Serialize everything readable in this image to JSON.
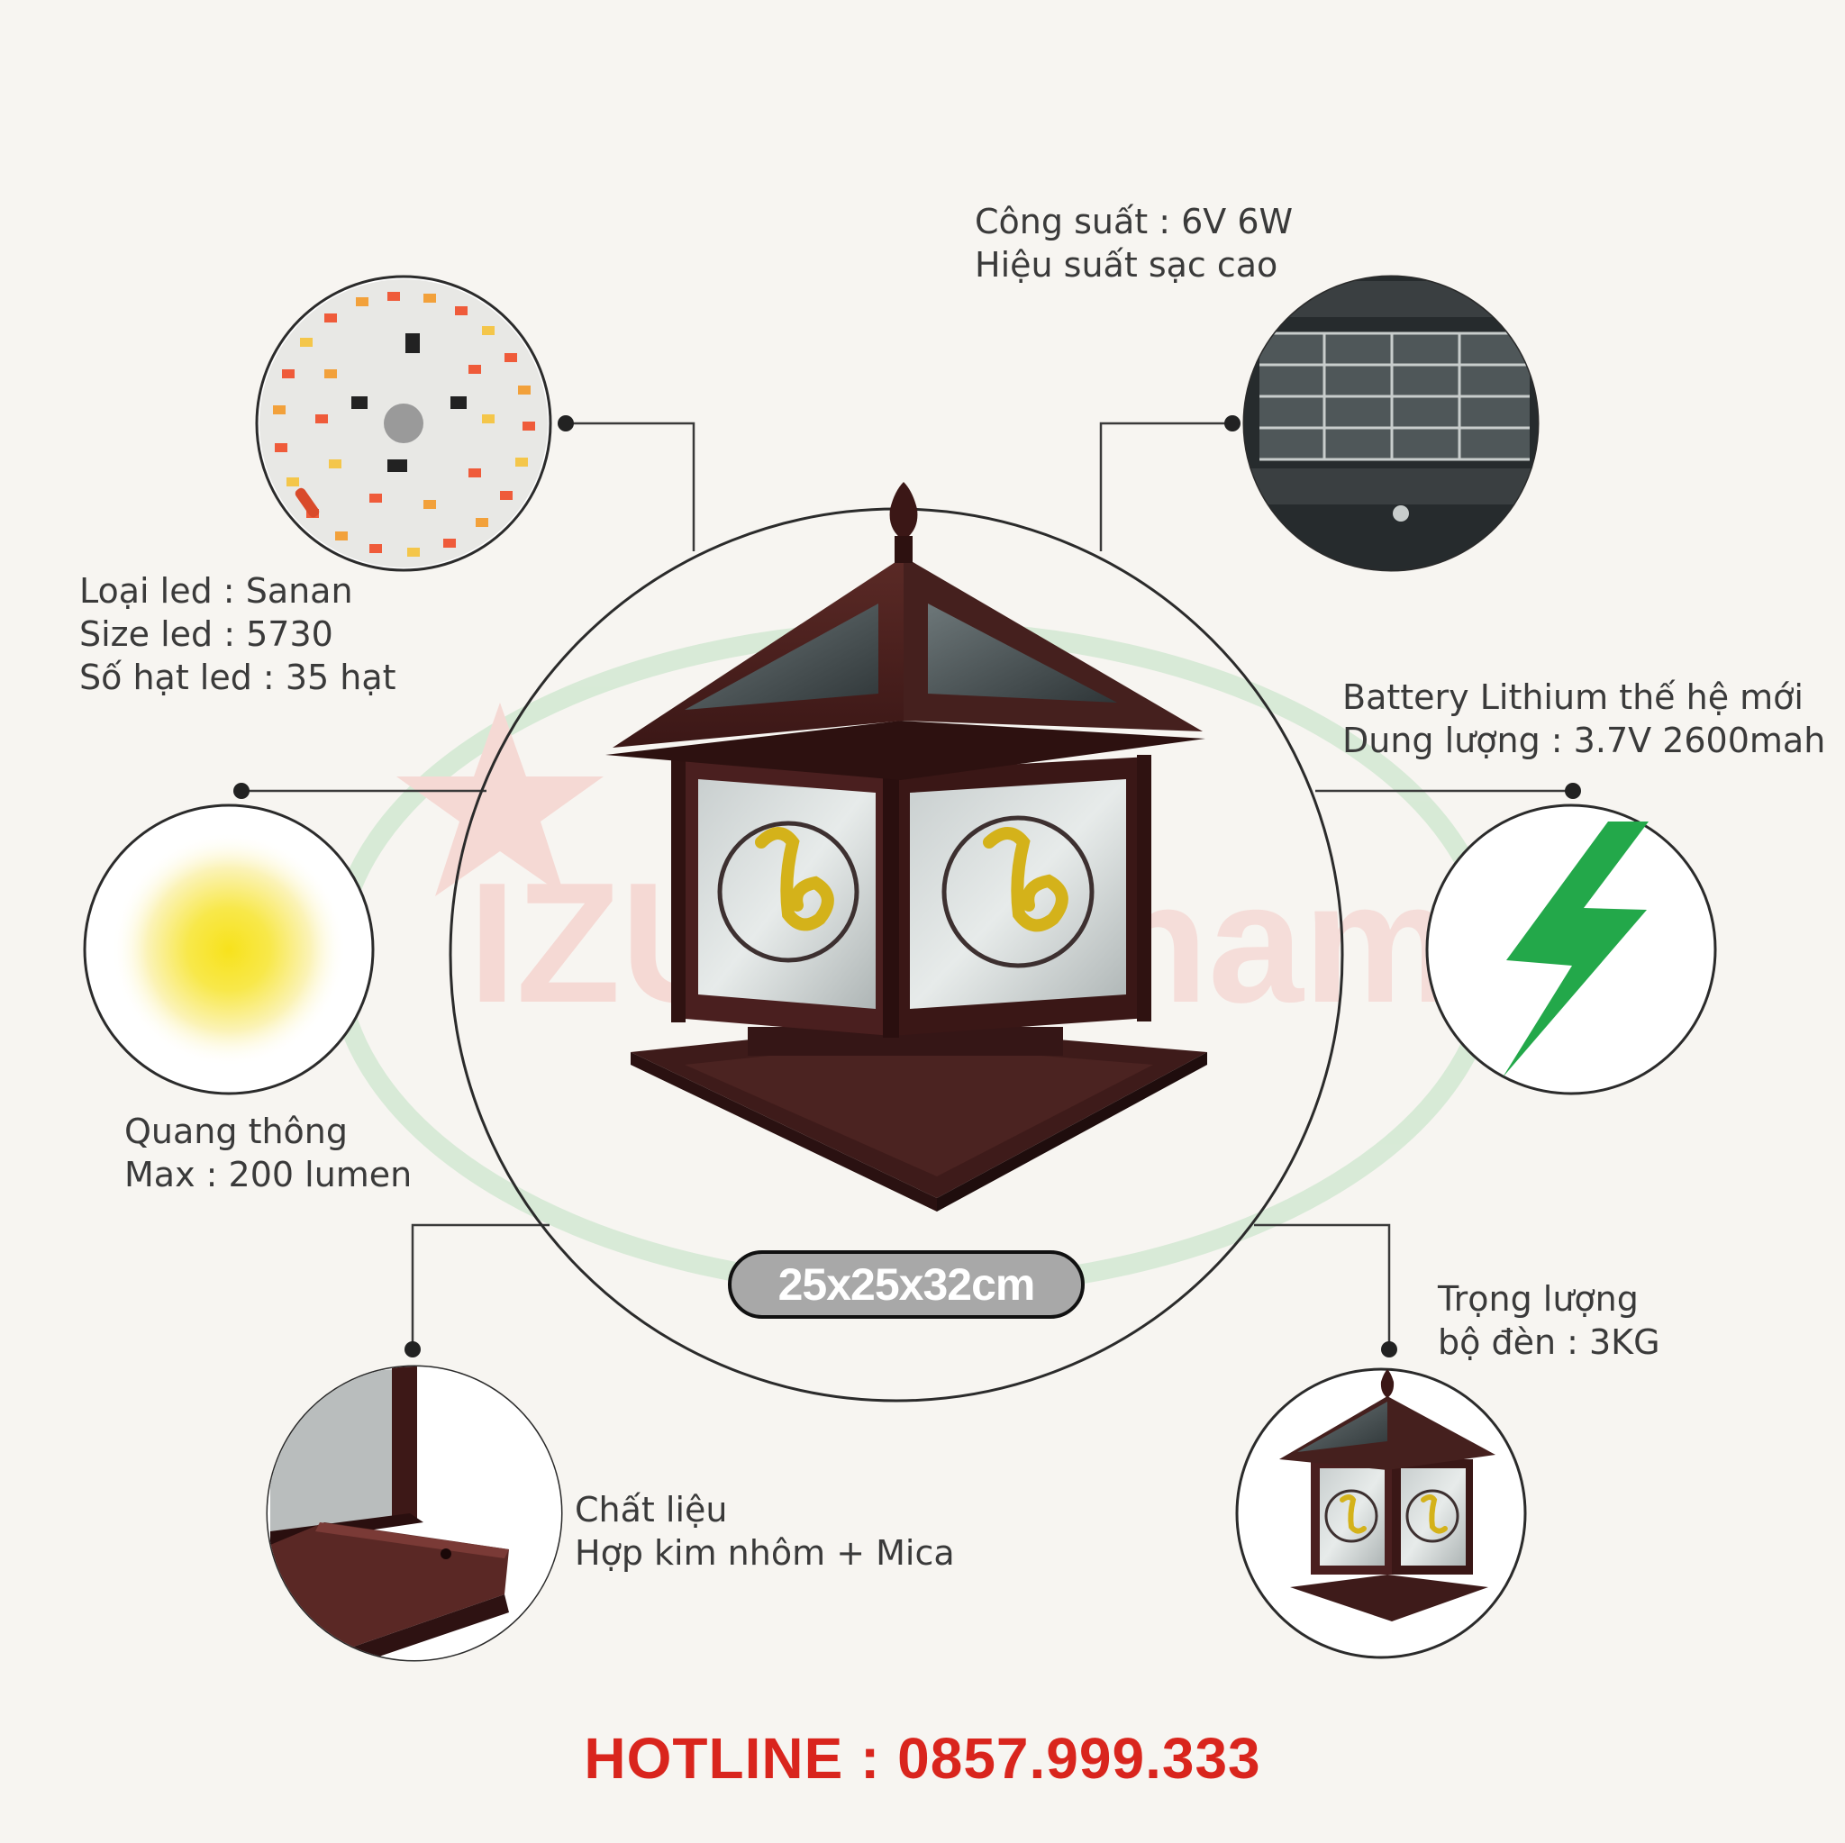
{
  "labels": {
    "led": [
      "Loại led : Sanan",
      "Size led : 5730",
      "Số hạt led : 35 hạt"
    ],
    "solar": [
      "Công suất : 6V 6W",
      "Hiệu suất sạc cao"
    ],
    "battery": [
      "Battery Lithium thế hệ mới",
      "Dung lượng : 3.7V 2600mah"
    ],
    "lumen": [
      "Quang thông",
      "Max : 200 lumen"
    ],
    "material": [
      "Chất liệu",
      "Hợp kim nhôm + Mica"
    ],
    "weight": [
      "Trọng lượng",
      "bộ đèn : 3KG"
    ]
  },
  "dimensions": "25x25x32cm",
  "hotline": "HOTLINE : 0857.999.333",
  "watermark": "IZU Vietnam",
  "colors": {
    "background": "#f7f5f1",
    "lamp_body": "#4a1f1f",
    "accent_green": "#23a84a",
    "hotline_red": "#d9251d",
    "glow_yellow": "#f7e21c"
  },
  "icons": {
    "led": "led-board-icon",
    "solar": "solar-panel-icon",
    "lumen": "light-glow-icon",
    "battery": "lightning-bolt-icon",
    "material": "aluminium-base-icon",
    "weight": "small-lamp-icon"
  }
}
